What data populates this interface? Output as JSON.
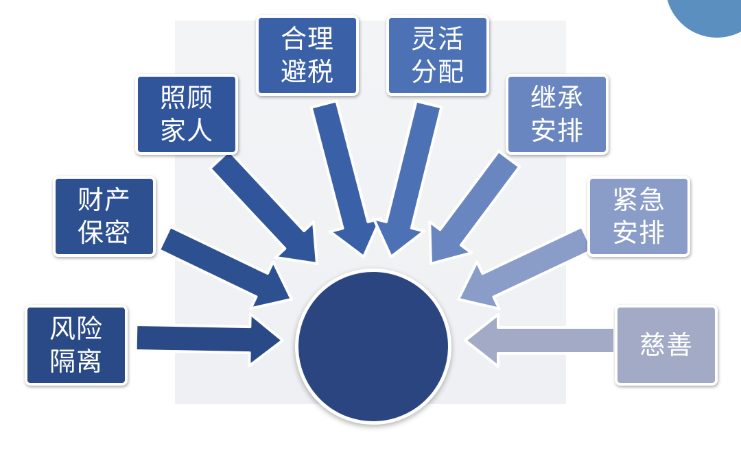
{
  "diagram": {
    "items": [
      {
        "label": "风险\n隔离",
        "color": "#294a86"
      },
      {
        "label": "财产\n保密",
        "color": "#2d5090"
      },
      {
        "label": "照顾\n家人",
        "color": "#30559a"
      },
      {
        "label": "合理\n避税",
        "color": "#3a61a7"
      },
      {
        "label": "灵活\n分配",
        "color": "#4c72b5"
      },
      {
        "label": "继承\n安排",
        "color": "#6986c0"
      },
      {
        "label": "紧急\n安排",
        "color": "#8a9cc8"
      },
      {
        "label": "慈善",
        "color": "#a3aac6"
      }
    ],
    "hub_color": "#2a4580"
  }
}
